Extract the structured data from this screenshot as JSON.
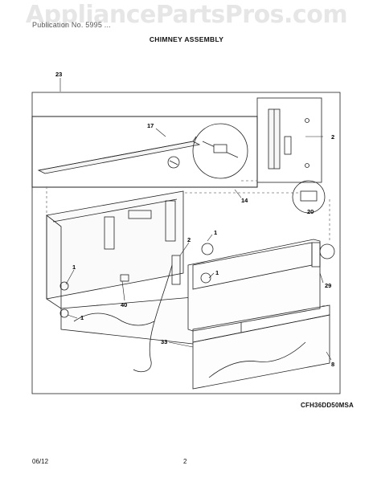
{
  "watermark": "AppliancePartsPros.com",
  "header_line": "Publication No. 5995 ... ",
  "title": "CHIMNEY ASSEMBLY",
  "model": "CFH36DD50MSA",
  "footer": {
    "date": "06/12",
    "page": "2"
  },
  "callouts": {
    "c23": "23",
    "c2a": "2",
    "c17": "17",
    "c14": "14",
    "c20": "20",
    "c1a": "1",
    "c2b": "2",
    "c1b": "1",
    "c1c": "1",
    "c1d": "1",
    "c40": "40",
    "c29": "29",
    "c33": "33",
    "c8": "8"
  }
}
